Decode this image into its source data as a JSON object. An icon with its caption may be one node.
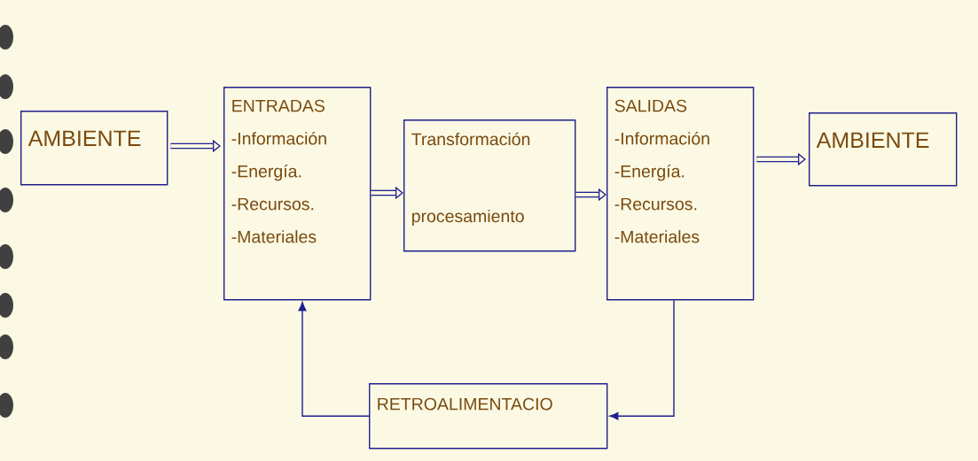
{
  "diagram": {
    "nodes": [
      {
        "text": [
          "AMBIENTE"
        ]
      },
      {
        "text": [
          "ENTRADAS",
          "-Información",
          "-Energía.",
          "-Recursos.",
          "-Materiales"
        ]
      },
      {
        "text": [
          "Transformación",
          "procesamiento"
        ]
      },
      {
        "text": [
          "SALIDAS",
          "-Información",
          "-Energía.",
          "-Recursos.",
          "-Materiales"
        ]
      },
      {
        "text": [
          "AMBIENTE"
        ]
      },
      {
        "text": [
          "RETROALIMENTACIO"
        ]
      }
    ],
    "edges": [
      {
        "from": 0,
        "to": 1,
        "arrow": "to"
      },
      {
        "from": 1,
        "to": 2,
        "arrow": "to"
      },
      {
        "from": 2,
        "to": 3,
        "arrow": "to"
      },
      {
        "from": 3,
        "to": 4,
        "arrow": "to"
      },
      {
        "from": 3,
        "to": 5,
        "arrow": "to"
      },
      {
        "from": 5,
        "to": 1,
        "arrow": "to"
      }
    ]
  }
}
